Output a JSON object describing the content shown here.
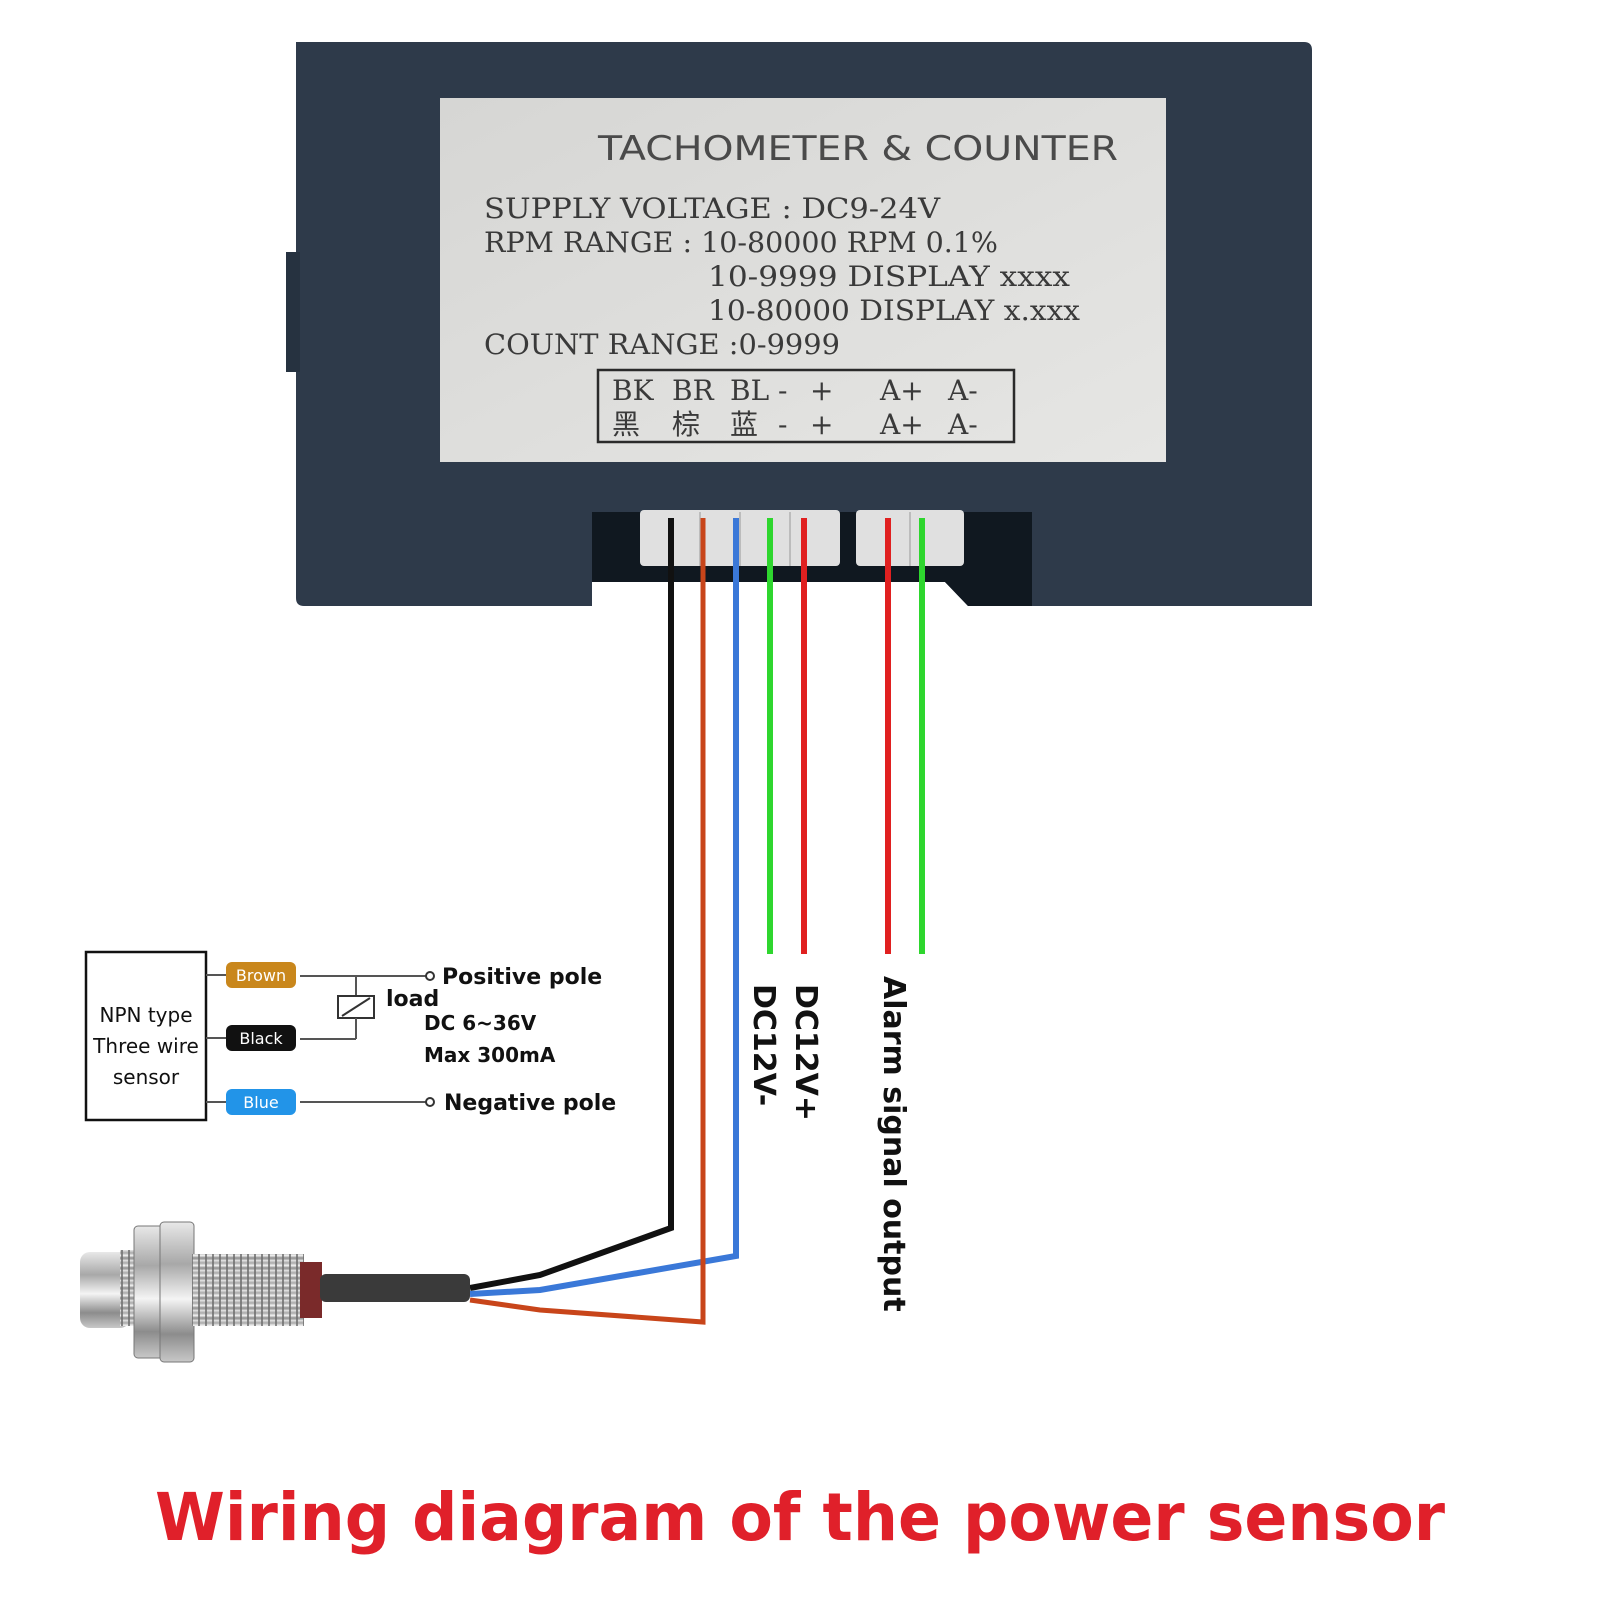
{
  "device": {
    "title": "TACHOMETER & COUNTER",
    "specs": {
      "supply_voltage": "SUPPLY VOLTAGE : DC9-24V",
      "rpm_range": "RPM RANGE : 10-80000 RPM 0.1%",
      "rpm_display_1": "10-9999 DISPLAY xxxx",
      "rpm_display_2": "10-80000 DISPLAY x.xxx",
      "count_range": "COUNT RANGE :0-9999"
    },
    "terminal_labels_en": [
      "BK",
      "BR",
      "BL",
      "-",
      "+",
      "A+",
      "A-"
    ],
    "terminal_labels_cn": [
      "黑",
      "棕",
      "蓝",
      "-",
      "+",
      "A+",
      "A-"
    ]
  },
  "wires": {
    "colors": {
      "black": "#111111",
      "brown": "#c8451a",
      "blue": "#3a78d8",
      "green": "#2ed62e",
      "red": "#e02020"
    },
    "power_negative_label": "DC12V-",
    "power_positive_label": "DC12V+",
    "alarm_label": "Alarm signal output"
  },
  "sensor_schematic": {
    "box_lines": [
      "NPN type",
      "Three wire",
      "sensor"
    ],
    "tags": {
      "brown": "Brown",
      "black": "Black",
      "blue": "Blue"
    },
    "tag_colors": {
      "brown": "#c9871c",
      "black": "#111111",
      "blue": "#2294e8"
    },
    "positive_pole": "Positive pole",
    "load_label": "load",
    "load_voltage": "DC 6~36V",
    "load_current": "Max 300mA",
    "negative_pole": "Negative pole"
  },
  "caption": {
    "text": "Wiring diagram of the power sensor",
    "color": "#e0202a"
  }
}
